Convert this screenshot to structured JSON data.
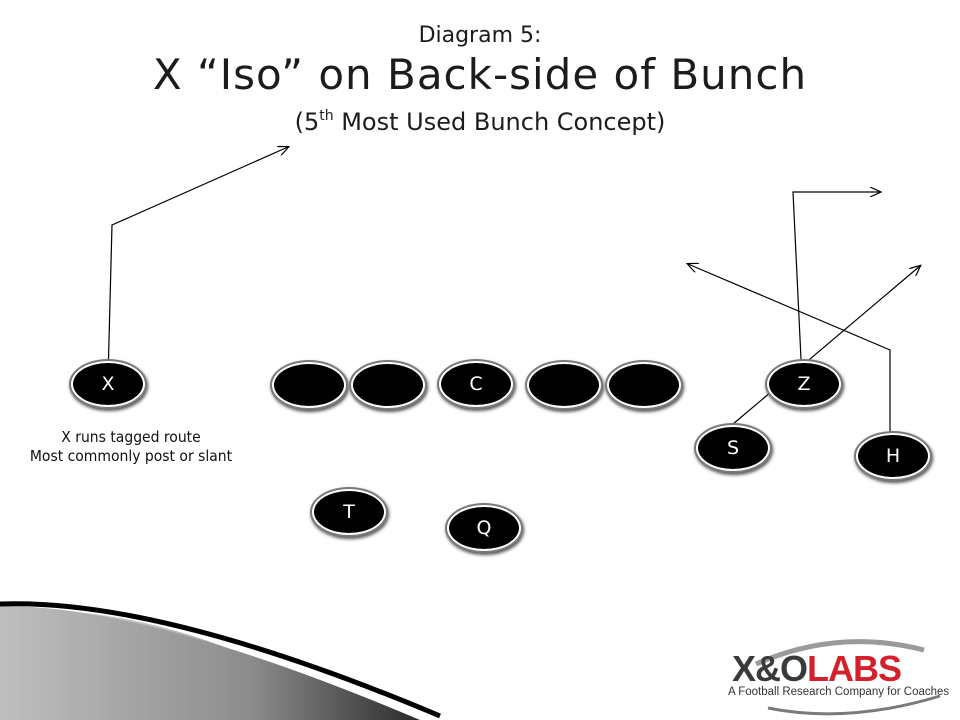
{
  "title": {
    "line1": "Diagram 5:",
    "line2": "X “Iso” on Back-side of Bunch",
    "line3_pre": "(5",
    "line3_sup": "th",
    "line3_post": " Most Used Bunch Concept)"
  },
  "players": {
    "x": "X",
    "c": "C",
    "z": "Z",
    "s": "S",
    "h": "H",
    "t": "T",
    "q": "Q",
    "lineman_left_outer": "",
    "lineman_left_inner": "",
    "lineman_right_inner": "",
    "lineman_right_outer": ""
  },
  "note": {
    "line1": "X runs tagged route",
    "line2": "Most commonly post or slant"
  },
  "logo": {
    "word_xo": "X&O",
    "word_labs": "LABS",
    "tagline": "A Football Research Company for Coaches"
  },
  "colors": {
    "player_fill": "#000000",
    "route_line": "#000000",
    "logo_red": "#d3202a",
    "logo_gray": "#3a3a3a"
  }
}
